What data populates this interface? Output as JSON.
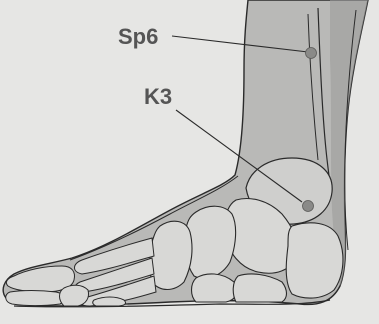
{
  "points": [
    {
      "id": "sp6",
      "label": "Sp6"
    },
    {
      "id": "k3",
      "label": "K3"
    }
  ],
  "colors": {
    "background": "#e6e6e4",
    "skin": "#b9b9b7",
    "skin_shadow": "#8f8f8d",
    "bone": "#d8d8d6",
    "outline": "#2a2a2a",
    "label": "#555555",
    "point_marker": "#8a8a88"
  }
}
